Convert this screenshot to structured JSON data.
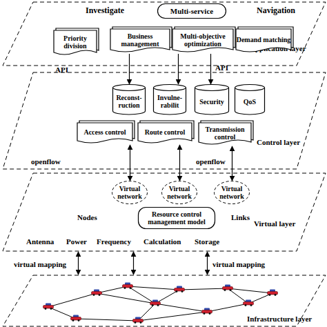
{
  "diagram": {
    "nodes": [
      {
        "text": [
          "Application layer"
        ]
      },
      {
        "text": [
          "Multi-service"
        ],
        "in": 0
      },
      {
        "text": [
          "Priority division"
        ],
        "in": 0
      },
      {
        "text": [
          "Business management"
        ],
        "in": 0
      },
      {
        "text": [
          "Multi-objective optimization"
        ],
        "in": 0
      },
      {
        "text": [
          "Demand matching"
        ],
        "in": 0
      },
      {
        "text": [
          "Control layer"
        ]
      },
      {
        "text": [
          "Reconst- ruction"
        ],
        "in": 6
      },
      {
        "text": [
          "Invulne- rabilit"
        ],
        "in": 6
      },
      {
        "text": [
          "Security"
        ],
        "in": 6
      },
      {
        "text": [
          "QoS"
        ],
        "in": 6
      },
      {
        "text": [
          "Access control"
        ],
        "in": 6
      },
      {
        "text": [
          "Route control"
        ],
        "in": 6
      },
      {
        "text": [
          "Transmission control"
        ],
        "in": 6
      },
      {
        "text": [
          "Virtual layer"
        ]
      },
      {
        "text": [
          "Virtual network"
        ],
        "in": 14
      },
      {
        "text": [
          "Virtual network"
        ],
        "in": 14
      },
      {
        "text": [
          "Virtual network"
        ],
        "in": 14
      },
      {
        "text": [
          "Resource control management model"
        ],
        "in": 14
      },
      {
        "text": [
          "Infrastructure layer"
        ]
      }
    ],
    "edges": [
      {
        "from": 3,
        "to": 7,
        "arrow": "to"
      },
      {
        "from": 4,
        "to": 8,
        "arrow": "to"
      },
      {
        "from": 4,
        "to": 9,
        "arrow": "to"
      },
      {
        "from": 11,
        "to": 15,
        "arrow": "both"
      },
      {
        "from": 12,
        "to": 16,
        "arrow": "both"
      },
      {
        "from": 13,
        "to": 17,
        "arrow": "both"
      },
      {
        "from": 14,
        "to": 19,
        "arrow": "both",
        "label": "virtual mapping"
      },
      {
        "from": 14,
        "to": 19,
        "arrow": "both"
      },
      {
        "from": 14,
        "to": 19,
        "arrow": "both",
        "label": "virtual mapping"
      }
    ],
    "labels": [
      "Investigate",
      "Navigation",
      "API",
      "API",
      "openflow",
      "openflow",
      "Nodes",
      "Links",
      "Antenna",
      "Power",
      "Frequency",
      "Calculation",
      "Storage"
    ]
  }
}
